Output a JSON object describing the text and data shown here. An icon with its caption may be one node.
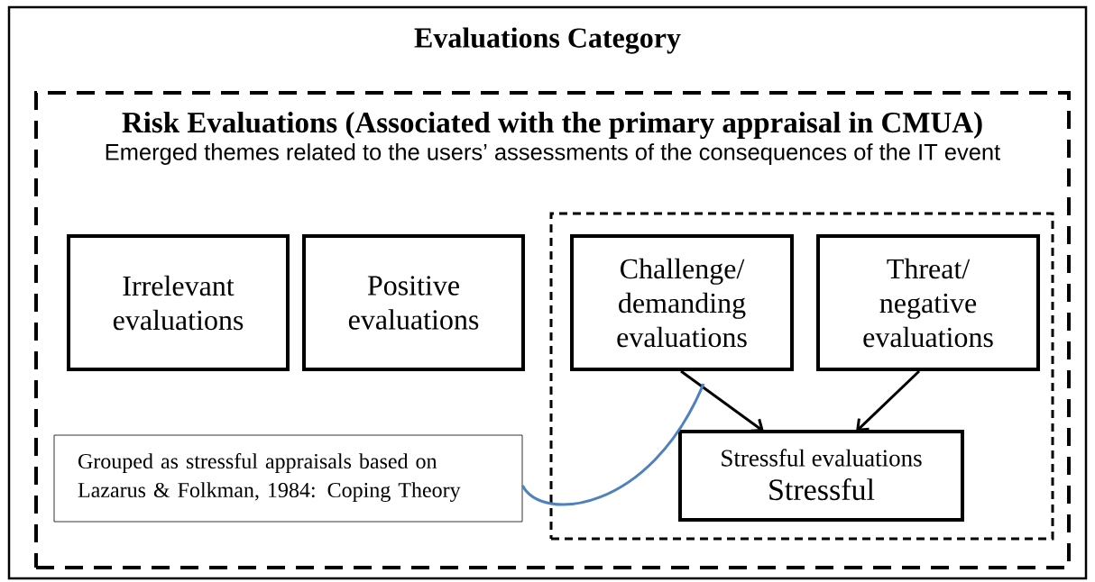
{
  "diagram": {
    "nodes": [
      {
        "text": [
          "Evaluations Category"
        ]
      },
      {
        "text": [
          "Risk Evaluations (Associated with the primary appraisal in CMUA)",
          "Emerged themes related to the users’ assessments of the consequences of the IT event"
        ],
        "in": 0
      },
      {
        "text": [
          "Irrelevant evaluations"
        ],
        "in": 1
      },
      {
        "text": [
          "Positive evaluations"
        ],
        "in": 1
      },
      {
        "text": [],
        "shape": "box",
        "in": 1
      },
      {
        "text": [
          "Challenge/ demanding evaluations"
        ],
        "in": 4
      },
      {
        "text": [
          "Threat/ negative evaluations"
        ],
        "in": 4
      },
      {
        "text": [
          "Stressful evaluations",
          "Stressful"
        ],
        "in": 4
      },
      {
        "text": [
          "Grouped as stressful appraisals based on Lazarus & Folkman, 1984: Coping Theory"
        ],
        "in": 1
      }
    ],
    "edges": [
      {
        "from": 5,
        "to": 7,
        "arrow": "to"
      },
      {
        "from": 6,
        "to": 7,
        "arrow": "to"
      },
      {
        "from": 8,
        "to": null,
        "arrow": "none",
        "color": "#4f81bd"
      }
    ]
  }
}
